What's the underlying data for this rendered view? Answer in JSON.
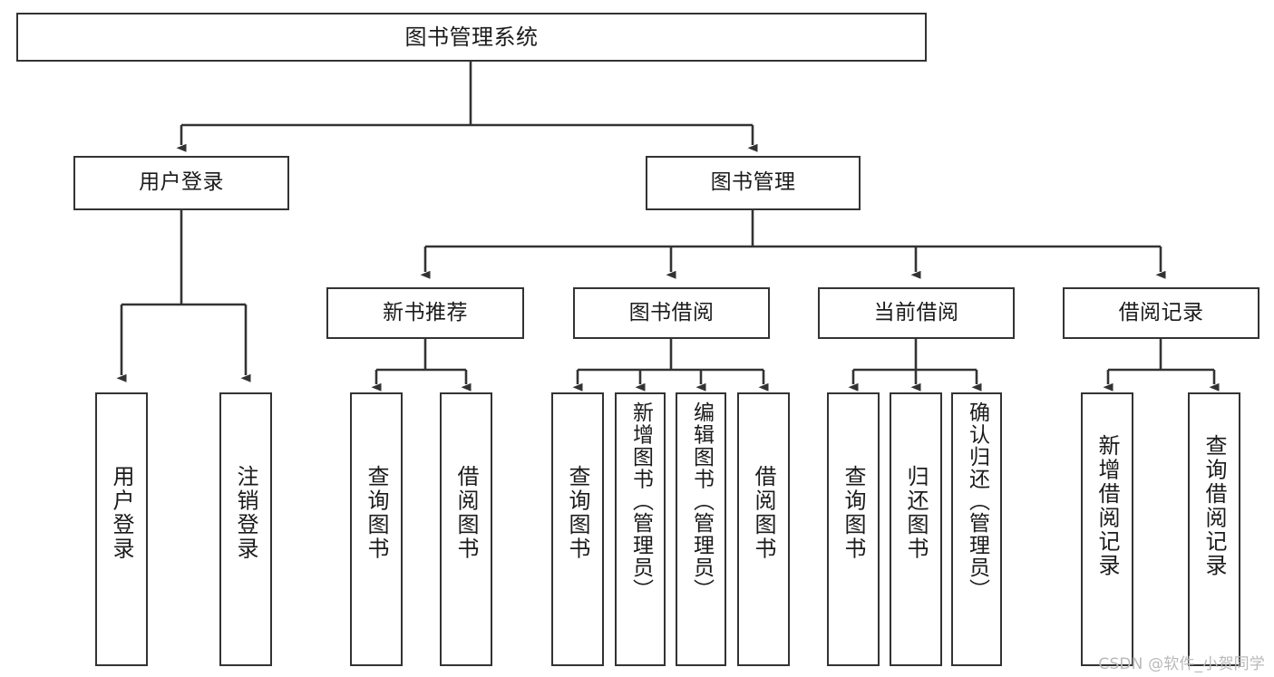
{
  "diagram": {
    "title": "图书管理系统",
    "type": "tree",
    "stroke_color": "#333333",
    "background_color": "#ffffff",
    "text_color": "#1b1b1b",
    "root": {
      "id": "root",
      "label": "图书管理系统"
    },
    "level2": [
      {
        "id": "user-login",
        "label": "用户登录"
      },
      {
        "id": "book-manage",
        "label": "图书管理"
      }
    ],
    "level3": [
      {
        "id": "new-book-rec",
        "label": "新书推荐",
        "parent": "book-manage"
      },
      {
        "id": "book-borrow",
        "label": "图书借阅",
        "parent": "book-manage"
      },
      {
        "id": "current-borrow",
        "label": "当前借阅",
        "parent": "book-manage"
      },
      {
        "id": "borrow-record",
        "label": "借阅记录",
        "parent": "book-manage"
      }
    ],
    "leaves": [
      {
        "id": "leaf-user-login",
        "label": "用户登录",
        "parent": "user-login"
      },
      {
        "id": "leaf-logout",
        "label": "注销登录",
        "parent": "user-login"
      },
      {
        "id": "leaf-query-book-1",
        "label": "查询图书",
        "parent": "new-book-rec"
      },
      {
        "id": "leaf-borrow-book-1",
        "label": "借阅图书",
        "parent": "new-book-rec"
      },
      {
        "id": "leaf-query-book-2",
        "label": "查询图书",
        "parent": "book-borrow"
      },
      {
        "id": "leaf-add-book",
        "label": "新增图书（管理员）",
        "parent": "book-borrow"
      },
      {
        "id": "leaf-edit-book",
        "label": "编辑图书（管理员）",
        "parent": "book-borrow"
      },
      {
        "id": "leaf-borrow-book-2",
        "label": "借阅图书",
        "parent": "book-borrow"
      },
      {
        "id": "leaf-query-book-3",
        "label": "查询图书",
        "parent": "current-borrow"
      },
      {
        "id": "leaf-return-book",
        "label": "归还图书",
        "parent": "current-borrow"
      },
      {
        "id": "leaf-confirm-return",
        "label": "确认归还（管理员）",
        "parent": "current-borrow"
      },
      {
        "id": "leaf-add-record",
        "label": "新增借阅记录",
        "parent": "borrow-record"
      },
      {
        "id": "leaf-query-record",
        "label": "查询借阅记录",
        "parent": "borrow-record"
      }
    ]
  },
  "watermark": {
    "text": "CSDN @软件_小贺同学"
  }
}
